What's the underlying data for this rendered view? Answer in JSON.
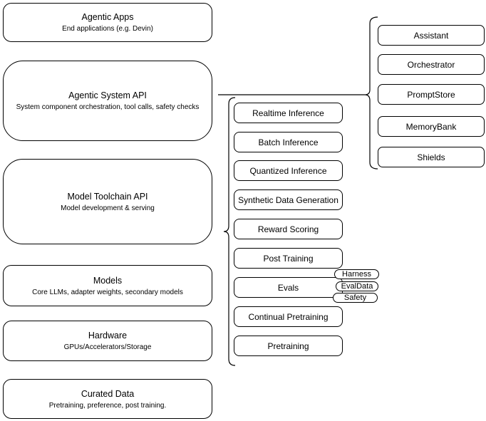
{
  "diagram": {
    "left_column": [
      {
        "title": "Agentic Apps",
        "subtitle": "End applications (e.g. Devin)"
      },
      {
        "title": "Agentic System API",
        "subtitle": "System component orchestration, tool calls, safety checks"
      },
      {
        "title": "Model Toolchain API",
        "subtitle": "Model development & serving"
      },
      {
        "title": "Models",
        "subtitle": "Core LLMs, adapter weights, secondary models"
      },
      {
        "title": "Hardware",
        "subtitle": "GPUs/Accelerators/Storage"
      },
      {
        "title": "Curated Data",
        "subtitle": "Pretraining, preference, post training."
      }
    ],
    "toolchain_services": [
      {
        "label": "Realtime Inference"
      },
      {
        "label": "Batch Inference"
      },
      {
        "label": "Quantized Inference"
      },
      {
        "label": "Synthetic Data Generation"
      },
      {
        "label": "Reward Scoring"
      },
      {
        "label": "Post Training"
      },
      {
        "label": "Evals"
      },
      {
        "label": "Continual Pretraining"
      },
      {
        "label": "Pretraining"
      }
    ],
    "evals_components": [
      {
        "label": "Harness"
      },
      {
        "label": "EvalData"
      },
      {
        "label": "Safety"
      }
    ],
    "system_components": [
      {
        "label": "Assistant"
      },
      {
        "label": "Orchestrator"
      },
      {
        "label": "PromptStore"
      },
      {
        "label": "MemoryBank"
      },
      {
        "label": "Shields"
      }
    ],
    "colors": {
      "stroke": "#000000",
      "background": "#ffffff",
      "text": "#000000"
    }
  }
}
